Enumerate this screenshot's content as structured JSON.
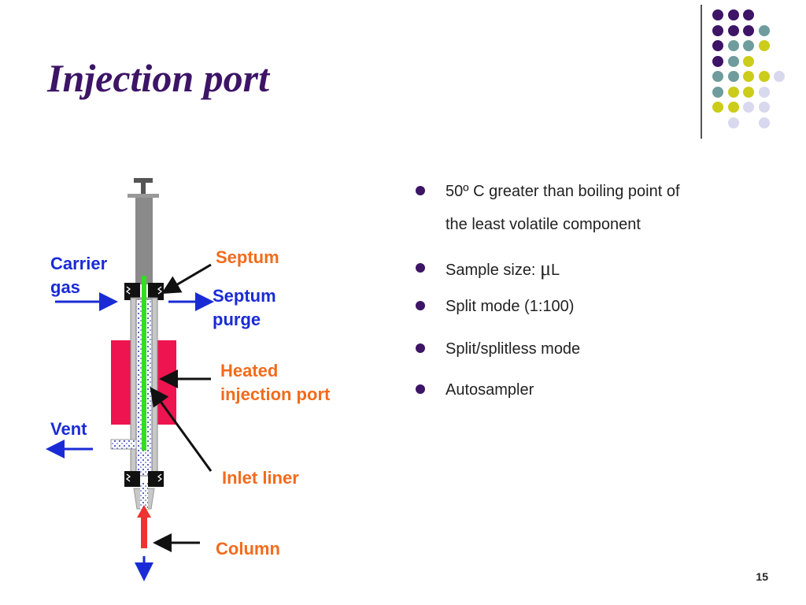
{
  "slide": {
    "title": "Injection port",
    "page_number": "15"
  },
  "bullets": [
    {
      "line1": "50º C greater than boiling point of",
      "line2": "the least volatile component"
    },
    {
      "text_before": "Sample size: ",
      "symbol": "μ",
      "text_after": "L"
    },
    {
      "text": "Split mode (1:100)"
    },
    {
      "text": "Split/splitless mode"
    },
    {
      "text": "Autosampler"
    }
  ],
  "labels": {
    "carrier_line1": "Carrier",
    "carrier_line2": "gas",
    "vent": "Vent",
    "septum": "Septum",
    "septum_purge_line1": "Septum",
    "septum_purge_line2": "purge",
    "heated_line1": "Heated",
    "heated_line2": "injection port",
    "inlet_liner": "Inlet liner",
    "column": "Column"
  },
  "colors": {
    "title": "#3d1466",
    "bullet_marker": "#3d1466",
    "blue_label": "#1a2bd6",
    "orange_label": "#f26b1c",
    "heater_block": "#ee1450",
    "syringe_gray": "#8a8a8a",
    "needle_green": "#33dd22",
    "column_red": "#ee3333"
  },
  "decor_dots": [
    {
      "color": "#3d1466",
      "icon": "dot"
    }
  ]
}
